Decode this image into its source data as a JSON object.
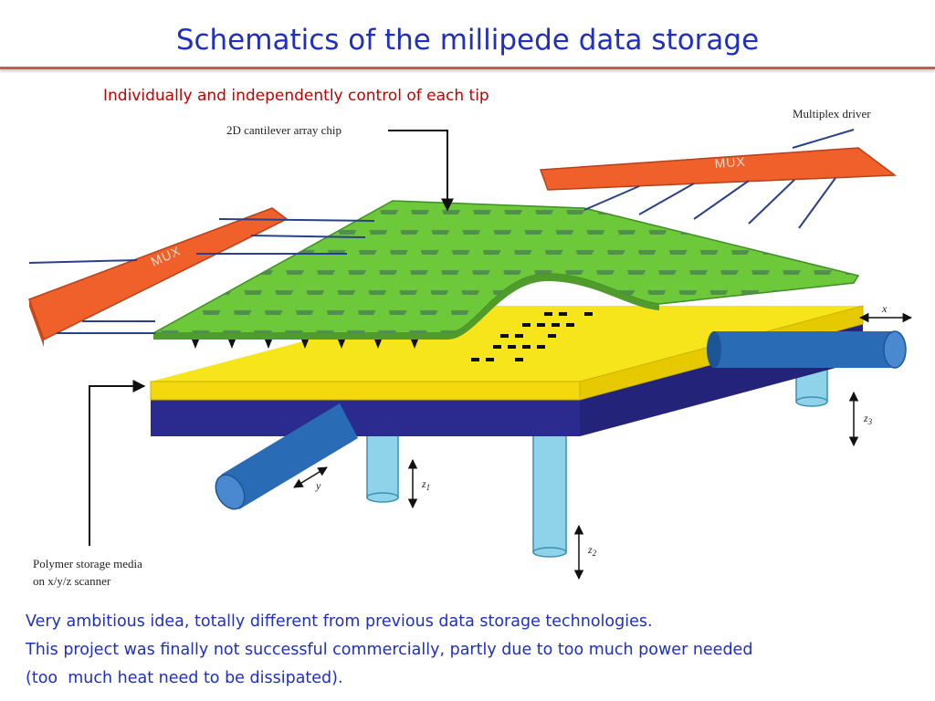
{
  "slide": {
    "title": "Schematics of the millipede data storage",
    "subtitle": "Individually and independently control of each tip",
    "body_lines": [
      "Very ambitious idea, totally different from previous data storage technologies.",
      "This project was finally not successful commercially, partly due to too much power needed",
      "(too  much heat need to be dissipated)."
    ]
  },
  "diagram": {
    "labels": {
      "cantilever_chip": "2D cantilever array chip",
      "multiplex_driver": "Multiplex driver",
      "polymer_line1": "Polymer storage media",
      "polymer_line2": "on x/y/z scanner",
      "mux_left": "MUX",
      "mux_right": "MUX"
    },
    "axes": {
      "x": "x",
      "y": "y",
      "z1": "z",
      "z1_sub": "1",
      "z2": "z",
      "z2_sub": "2",
      "z3": "z",
      "z3_sub": "3"
    },
    "colors": {
      "chip_green": "#6dc83a",
      "media_yellow": "#f6e51a",
      "base_navy": "#2b2b8f",
      "mux_orange": "#f0602a",
      "scanner_blue": "#2a6bb6",
      "post_light_blue": "#8fd3ea",
      "title_blue": "#1f2fbf",
      "subtitle_red": "#c00000"
    }
  }
}
